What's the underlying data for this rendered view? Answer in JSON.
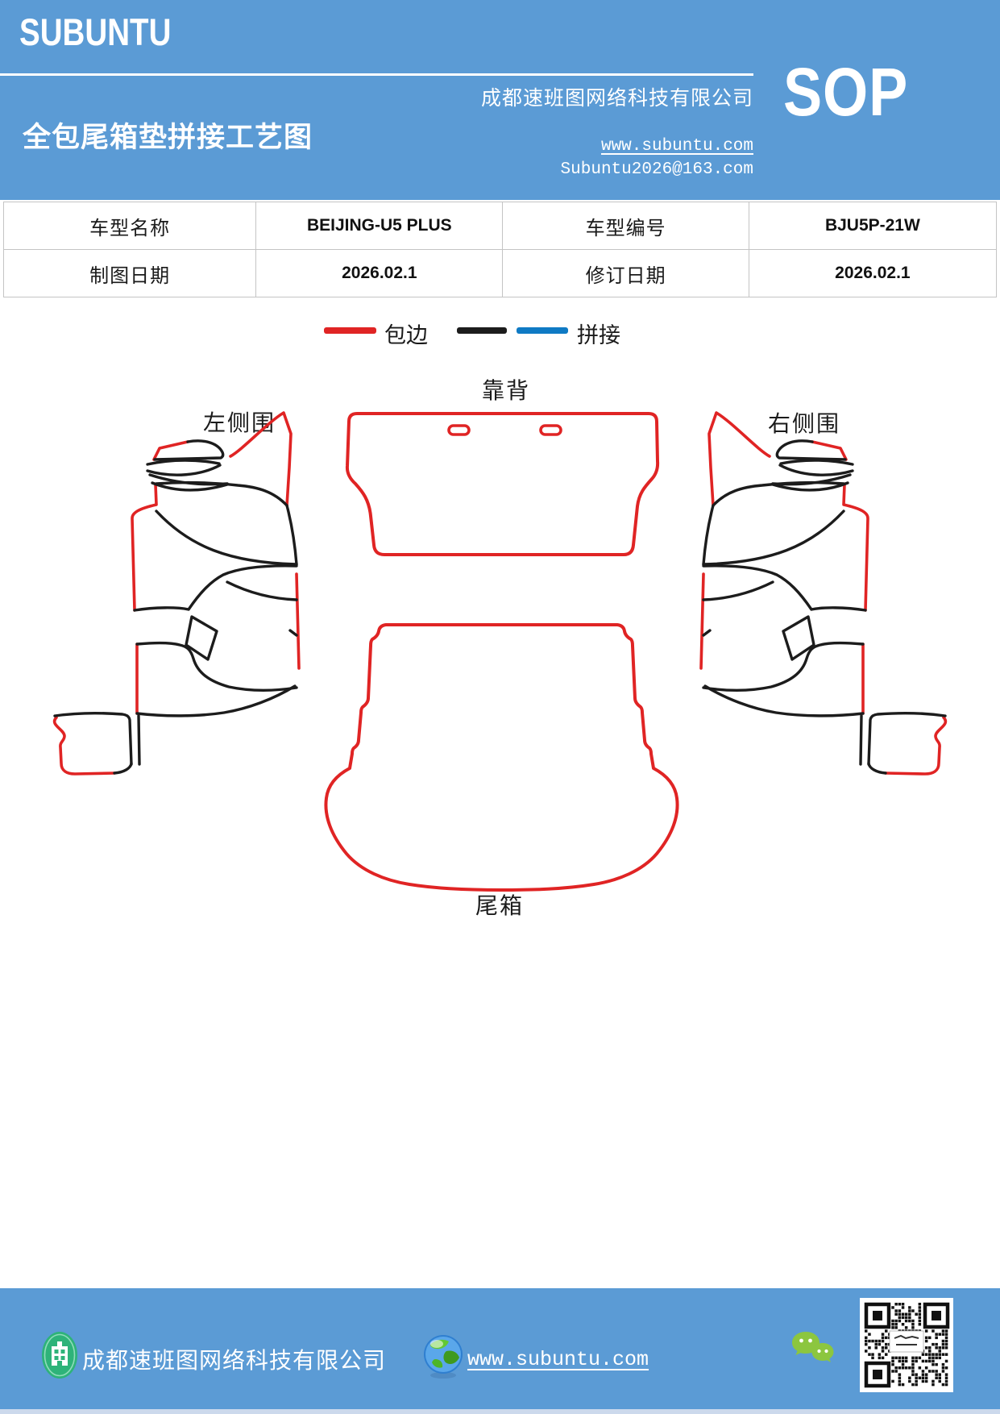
{
  "header": {
    "logo": "SUBUNTU",
    "title": "全包尾箱垫拼接工艺图",
    "company": "成都速班图网络科技有限公司",
    "website": "www.subuntu.com",
    "email": "Subuntu2026@163.com",
    "badge": "SOP",
    "band_color": "#5b9bd5"
  },
  "table": {
    "rows": [
      {
        "cells": [
          "车型名称",
          "BEIJING-U5 PLUS",
          "车型编号",
          "BJU5P-21W"
        ]
      },
      {
        "cells": [
          "制图日期",
          "2026.02.1",
          "修订日期",
          "2026.02.1"
        ]
      }
    ]
  },
  "legend": {
    "edge_label": "包边",
    "splice_label": "拼接",
    "edge_color": "#e02424",
    "splice_colors": [
      "#1c1c1c",
      "#0f7ac4"
    ]
  },
  "diagram": {
    "labels": {
      "backrest": "靠背",
      "left_side": "左侧围",
      "right_side": "右侧围",
      "trunk": "尾箱"
    },
    "outline_color": "#e02424",
    "splice_color": "#1c1c1c"
  },
  "footer": {
    "company": "成都速班图网络科技有限公司",
    "website": "www.subuntu.com",
    "band_color": "#5b9bd5",
    "icons": [
      "building-icon",
      "globe-icon",
      "wechat-icon",
      "qr-code"
    ]
  }
}
